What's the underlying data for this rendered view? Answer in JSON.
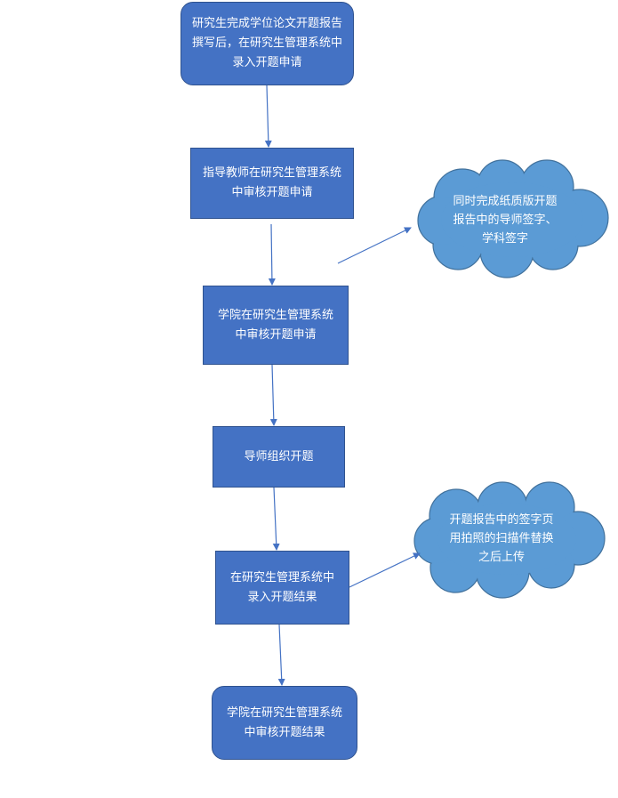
{
  "steps": [
    "研究生完成学位论文开题报告撰写后，在研究生管理系统中录入开题申请",
    "指导教师在研究生管理系统中审核开题申请",
    "学院在研究生管理系统中审核开题申请",
    "导师组织开题",
    "在研究生管理系统中录入开题结果",
    "学院在研究生管理系统中审核开题结果"
  ],
  "notes": [
    "同时完成纸质版开题报告中的导师签字、学科签字",
    "开题报告中的签字页用拍照的扫描件替换之后上传"
  ],
  "colors": {
    "box_fill": "#4472c4",
    "box_border": "#2f528f",
    "cloud_fill": "#5b9bd5",
    "cloud_border": "#41719c",
    "arrow": "#4472c4"
  }
}
